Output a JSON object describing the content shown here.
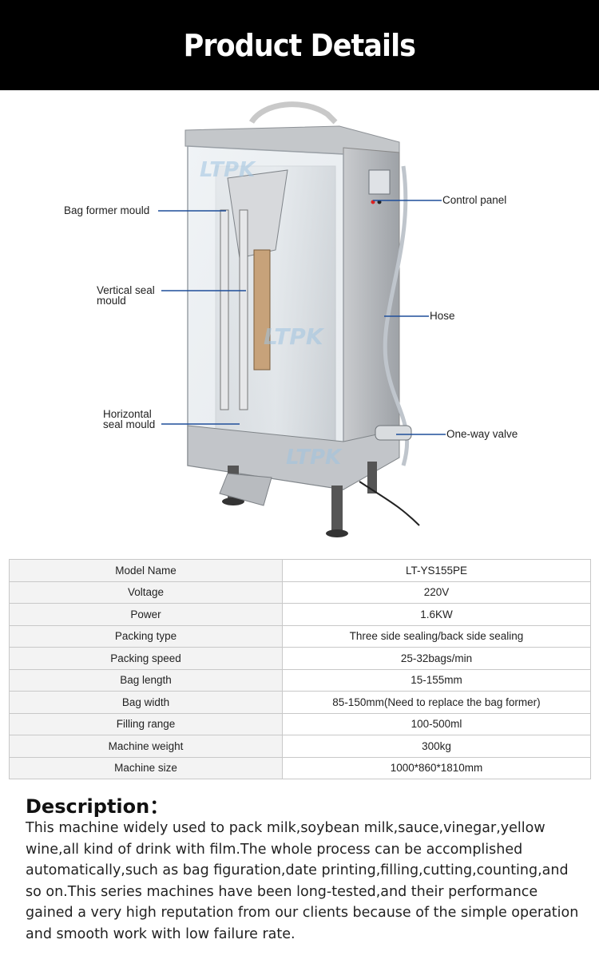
{
  "header": {
    "title": "Product Details"
  },
  "figure": {
    "watermark": "LTPK",
    "callouts": {
      "bag_former_mould": "Bag former mould",
      "vertical_seal_1": "Vertical seal",
      "vertical_seal_2": "mould",
      "horizontal_seal_1": "Horizontal",
      "horizontal_seal_2": "seal mould",
      "control_panel": "Control panel",
      "hose": "Hose",
      "one_way_valve": "One-way valve"
    }
  },
  "specs": {
    "rows": [
      {
        "label": "Model Name",
        "value": "LT-YS155PE"
      },
      {
        "label": "Voltage",
        "value": "220V"
      },
      {
        "label": "Power",
        "value": "1.6KW"
      },
      {
        "label": "Packing type",
        "value": "Three side sealing/back side sealing"
      },
      {
        "label": "Packing speed",
        "value": "25-32bags/min"
      },
      {
        "label": "Bag length",
        "value": "15-155mm"
      },
      {
        "label": "Bag width",
        "value": "85-150mm(Need to replace the bag former)"
      },
      {
        "label": "Filling range",
        "value": "100-500ml"
      },
      {
        "label": "Machine weight",
        "value": "300kg"
      },
      {
        "label": "Machine size",
        "value": "1000*860*1810mm"
      }
    ]
  },
  "description": {
    "title": "Description：",
    "body": "This machine widely used to pack milk,soybean milk,sauce,vinegar,yellow wine,all kind of drink with film.The whole process can be accomplished automatically,such as bag figuration,date printing,filling,cutting,counting,and so on.This series machines have been long-tested,and their performance gained a very high reputation from our clients because of the simple operation and smooth work with low failure rate."
  }
}
